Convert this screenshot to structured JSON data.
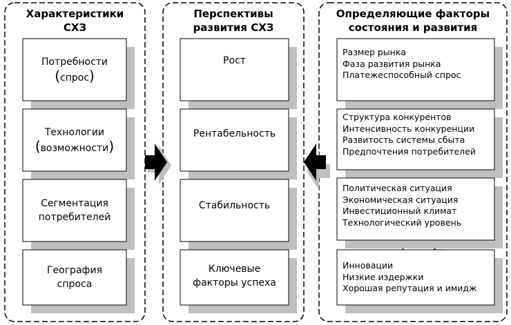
{
  "left_panel": {
    "title": "Характеристики\nСХЗ",
    "boxes": [
      {
        "line1": "Потребности",
        "line2": "спрос"
      },
      {
        "line1": "Технологии",
        "line2": "возможности"
      },
      {
        "text": "Сегментация\nпотребителей"
      },
      {
        "text": "География\nспроса"
      }
    ]
  },
  "middle_panel": {
    "title": "Перспективы\nразвития СХЗ",
    "boxes": [
      "Рост",
      "Рентабельность",
      "Стабильность",
      "Ключевые\nфакторы успеха"
    ]
  },
  "right_panel": {
    "title": "Определяющие факторы\nсостояния и развития",
    "boxes": [
      "Размер рынка\nФаза развития рынка\nПлатежеспособный спрос",
      "Структура конкурентов\nИнтенсивность конкуренции\nРазвитость системы сбыта\nПредпочтения потребителей",
      "Политическая ситуация\nЭкономическая ситуация\nИнвестиционный климат\nТехнологический уровень",
      "Инновации\nНизкие издержки\nХорошая репутация и имидж"
    ]
  },
  "colors": {
    "shadow": "#bfbfbf",
    "arrow": "#000000",
    "border": "#000000"
  }
}
